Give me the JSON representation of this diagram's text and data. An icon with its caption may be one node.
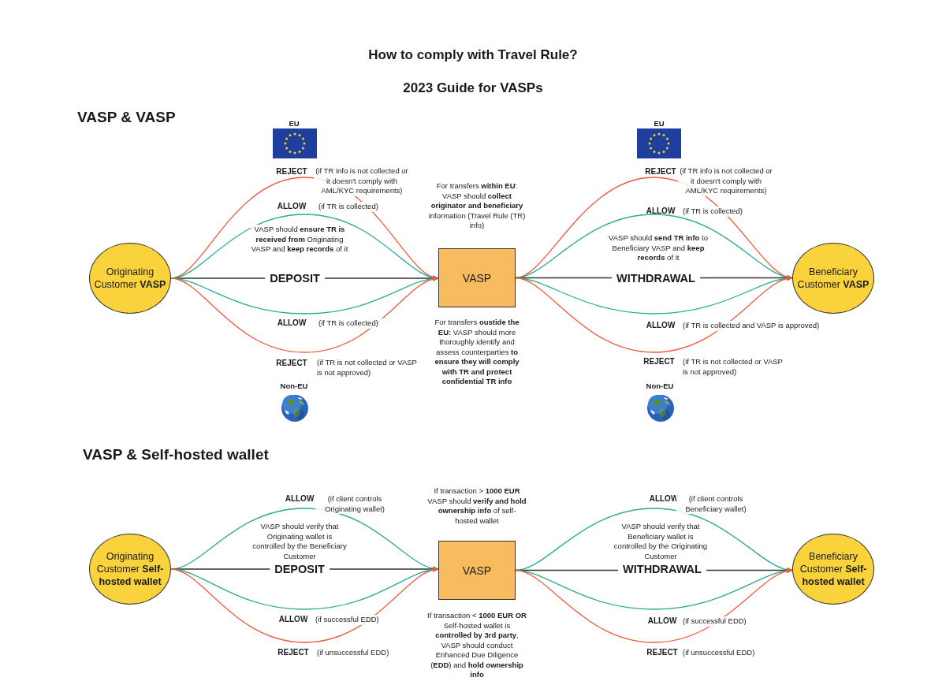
{
  "diagram": {
    "title": "How to comply with Travel Rule?",
    "nodes": [
      {
        "text": [
          "Originating Customer **VASP**"
        ]
      },
      {
        "text": [
          "VASP"
        ],
        "beside": [
          "For transfers **within EU**: VASP should **collect originator and beneficiary** information (Travel Rule (TR) info)",
          "For transfers **oustide the EU:** VASP should more thoroughly identify and assess counterparties **to ensure they will comply with TR and protect confidential TR info**"
        ]
      },
      {
        "text": [
          "Beneficiary Customer **VASP**"
        ]
      },
      {
        "text": [
          "Originating Customer **Self-hosted wallet**"
        ]
      },
      {
        "text": [
          "VASP"
        ],
        "beside": [
          "If transaction > **1000 EUR** VASP should **verify and hold ownership info** of self-hosted wallet",
          "If transaction < **1000 EUR OR** Self-hosted wallet is **controlled by 3rd party**, VASP should conduct Enhanced Due Diligence (**EDD**) and **hold ownership info**"
        ]
      },
      {
        "text": [
          "Beneficiary Customer **Self-hosted wallet**"
        ]
      }
    ],
    "edges": [
      {
        "from": 0,
        "to": 1,
        "arrow": "to",
        "label": "REJECT",
        "color": "#ef5a3c"
      },
      {
        "from": 0,
        "to": 1,
        "arrow": "to",
        "label": "ALLOW",
        "color": "#2aac92"
      },
      {
        "from": 0,
        "to": 1,
        "arrow": "to",
        "label": "DEPOSIT",
        "color": "#333333"
      },
      {
        "from": 0,
        "to": 1,
        "arrow": "to",
        "label": "ALLOW",
        "color": "#2aac92"
      },
      {
        "from": 0,
        "to": 1,
        "arrow": "to",
        "label": "REJECT",
        "color": "#ef5a3c"
      },
      {
        "from": 1,
        "to": 2,
        "arrow": "to",
        "label": "REJECT",
        "color": "#ef5a3c"
      },
      {
        "from": 1,
        "to": 2,
        "arrow": "to",
        "label": "ALLOW",
        "color": "#2aac92"
      },
      {
        "from": 1,
        "to": 2,
        "arrow": "to",
        "label": "WITHDRAWAL",
        "color": "#333333"
      },
      {
        "from": 1,
        "to": 2,
        "arrow": "to",
        "label": "ALLOW",
        "color": "#2aac92"
      },
      {
        "from": 1,
        "to": 2,
        "arrow": "to",
        "label": "REJECT",
        "color": "#ef5a3c"
      },
      {
        "from": 3,
        "to": 4,
        "arrow": "to",
        "label": "ALLOW",
        "color": "#2aac92"
      },
      {
        "from": 3,
        "to": 4,
        "arrow": "to",
        "label": "DEPOSIT",
        "color": "#333333"
      },
      {
        "from": 3,
        "to": 4,
        "arrow": "to",
        "label": "ALLOW",
        "color": "#2aac92"
      },
      {
        "from": 3,
        "to": 4,
        "arrow": "to",
        "label": "REJECT",
        "color": "#ef5a3c"
      },
      {
        "from": 4,
        "to": 5,
        "arrow": "to",
        "label": "ALLOW",
        "color": "#2aac92"
      },
      {
        "from": 4,
        "to": 5,
        "arrow": "to",
        "label": "WITHDRAWAL",
        "color": "#333333"
      },
      {
        "from": 4,
        "to": 5,
        "arrow": "to",
        "label": "ALLOW",
        "color": "#2aac92"
      },
      {
        "from": 4,
        "to": 5,
        "arrow": "to",
        "label": "REJECT",
        "color": "#ef5a3c"
      }
    ],
    "labels": [
      "2023 Guide for VASPs",
      "VASP & VASP",
      "EU",
      "(if TR info is not collected or it doesn't comply with AML/KYC requirements)",
      "(if TR is collected)",
      "VASP should **ensure TR is received from** Originating VASP and **keep records** of it",
      "(if TR is collected)",
      "(if TR is not collected or VASP is not approved)",
      "Non-EU",
      "EU",
      "(if TR info is not collected or it doesn't comply with AML/KYC requirements)",
      "(if TR is collected)",
      "VASP should **send TR info** to Beneficiary VASP and **keep records** of it",
      "(if TR is collected and VASP is approved)",
      "(if TR is not collected or VASP is not approved)",
      "Non-EU",
      "VASP & Self-hosted wallet",
      "(if client controls Originating wallet)",
      "VASP should verify that Originating wallet is controlled by the Beneficiary Customer",
      "(if successful EDD)",
      "(if unsuccessful EDD)",
      "(if client controls Beneficiary wallet)",
      "VASP should verify that Beneficiary wallet is controlled by the Originating Customer",
      "(if successful EDD)",
      "(if unsuccessful EDD)"
    ]
  }
}
